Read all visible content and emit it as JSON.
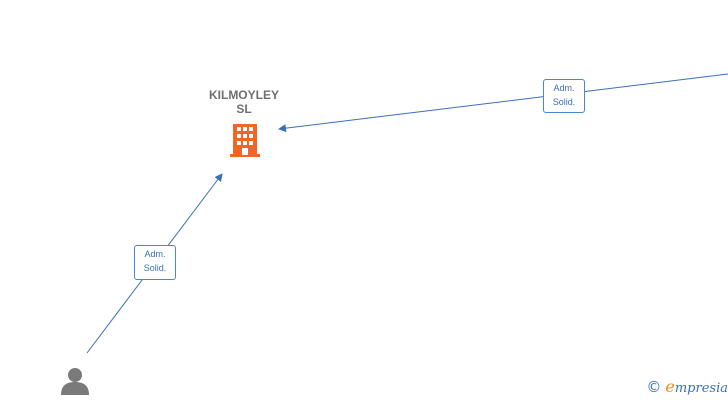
{
  "company": {
    "name_line1": "KILMOYLEY",
    "name_line2": "SL",
    "icon": "building-icon",
    "color": "#f26522"
  },
  "relations": [
    {
      "line1": "Adm.",
      "line2": "Solid."
    },
    {
      "line1": "Adm.",
      "line2": "Solid."
    }
  ],
  "person": {
    "icon": "person-icon",
    "color": "#7a7a7a"
  },
  "edge_color": "#3a6fb8",
  "watermark": {
    "symbol": "©",
    "first_letter": "e",
    "rest": "mpresia"
  }
}
